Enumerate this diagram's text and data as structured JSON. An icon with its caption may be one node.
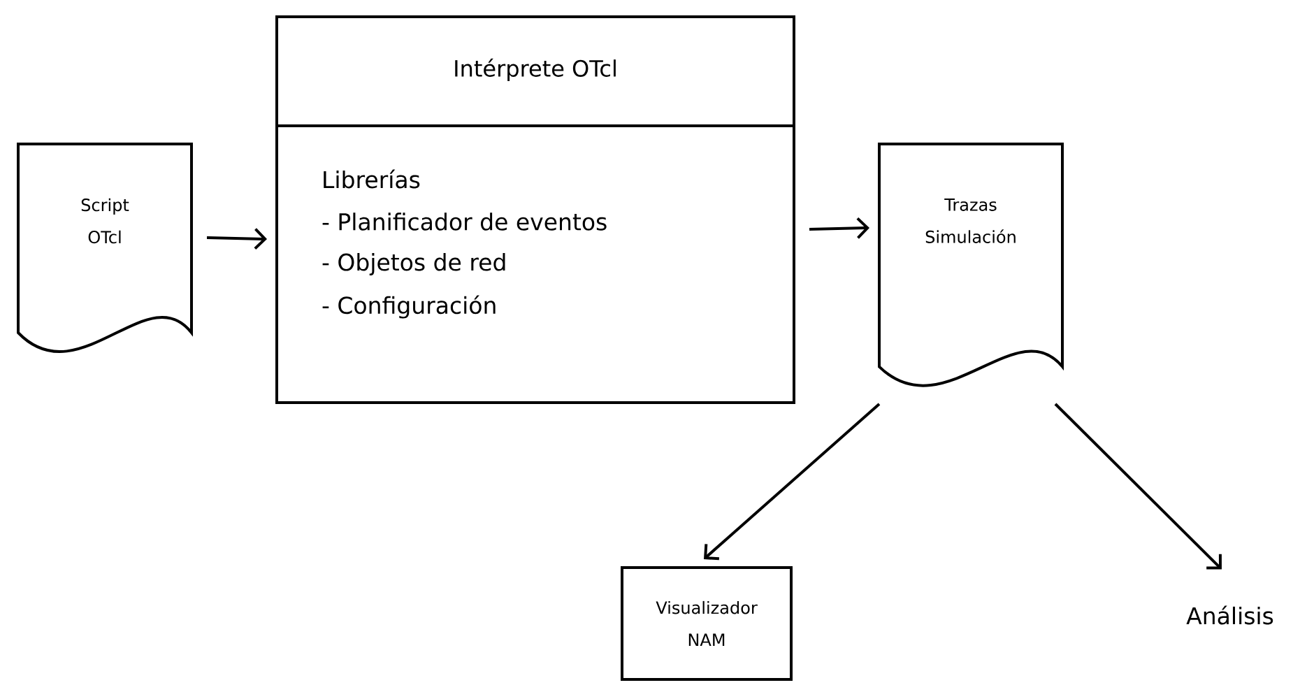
{
  "diagram": {
    "nodes": [
      {
        "text": [
          "Script OTcl"
        ]
      },
      {
        "text": [
          "Intérprete OTcl",
          "Librerías",
          "- Planificador de eventos",
          "- Objetos de red",
          "- Configuración"
        ]
      },
      {
        "text": [
          "Trazas Simulación"
        ]
      },
      {
        "text": [
          "Visualizador NAM"
        ]
      },
      {
        "text": [
          "Análisis"
        ]
      }
    ],
    "edges": [
      {
        "from": 0,
        "to": 1,
        "arrow": "to"
      },
      {
        "from": 1,
        "to": 2,
        "arrow": "to"
      },
      {
        "from": 2,
        "to": 3,
        "arrow": "to"
      },
      {
        "from": 2,
        "to": 4,
        "arrow": "to"
      }
    ]
  }
}
